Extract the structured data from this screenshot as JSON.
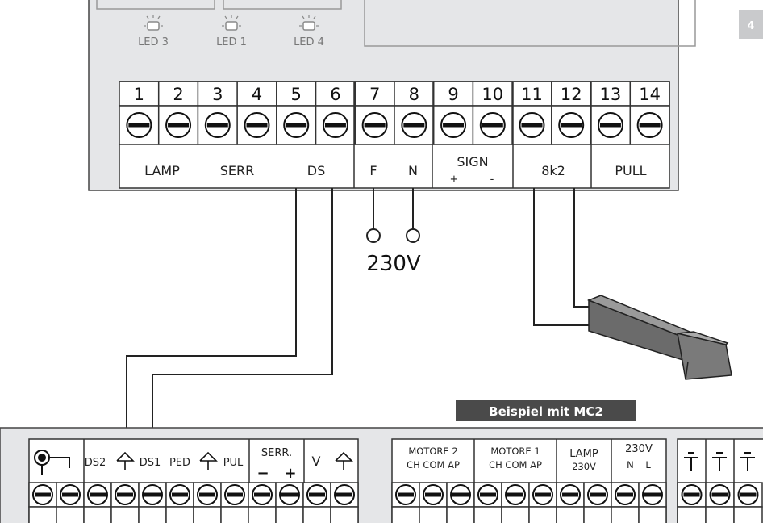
{
  "page_number": "4",
  "leds": [
    "LED 3",
    "LED 1",
    "LED 4"
  ],
  "upper_terminals": [
    "1",
    "2",
    "3",
    "4",
    "5",
    "6",
    "7",
    "8",
    "9",
    "10",
    "11",
    "12",
    "13",
    "14"
  ],
  "upper_groups": {
    "lamp": "LAMP",
    "serr": "SERR",
    "ds": "DS",
    "f": "F",
    "n": "N",
    "sign": "SIGN",
    "sign_plus": "+",
    "sign_minus": "-",
    "k2": "8k2",
    "pull": "PULL"
  },
  "voltage_label": "230V",
  "example_badge": "Beispiel mit MC2",
  "lower_block_a": {
    "ds2": "DS2",
    "ds1": "DS1",
    "ped": "PED",
    "pul": "PUL",
    "serr": "SERR.",
    "serr_minus": "−",
    "serr_plus": "+",
    "v": "V"
  },
  "lower_block_b": {
    "motore2": "MOTORE 2",
    "motore2_sub": "CH COM AP",
    "motore1": "MOTORE 1",
    "motore1_sub": "CH COM AP",
    "lamp": "LAMP",
    "lamp_sub": "230V",
    "v230": "230V",
    "v230_sub": "N    L"
  },
  "colors": {
    "panel": "#e5e6e8",
    "line": "#222222",
    "badge": "#4a4a4a",
    "page_tab": "#c9cacc",
    "led": "#8a8a8a"
  }
}
